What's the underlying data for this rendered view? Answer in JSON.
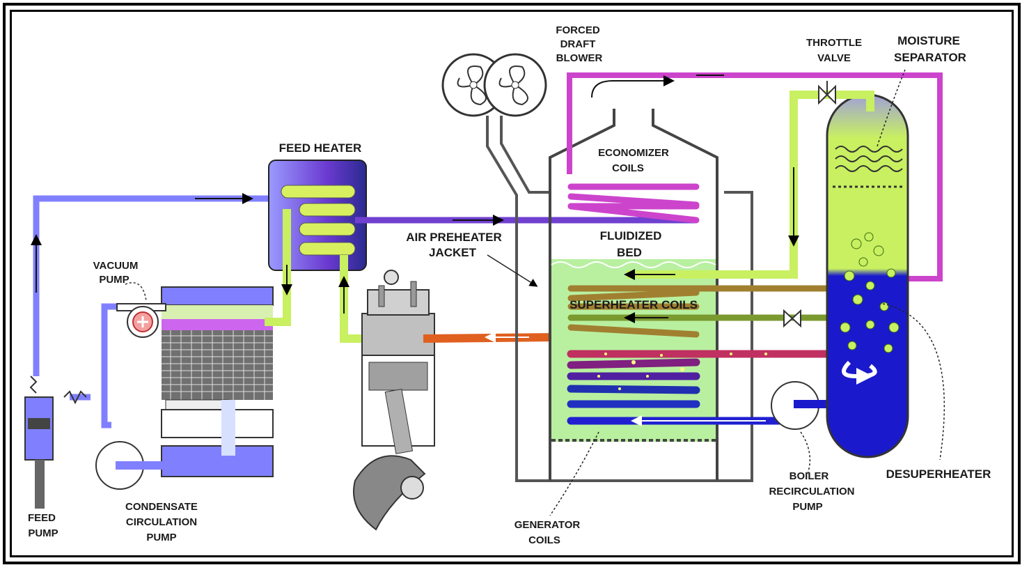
{
  "labels": {
    "forced_draft_blower": [
      "FORCED",
      "DRAFT",
      "BLOWER"
    ],
    "throttle_valve": [
      "THROTTLE",
      "VALVE"
    ],
    "moisture_separator": [
      "MOISTURE",
      "SEPARATOR"
    ],
    "feed_heater": "FEED HEATER",
    "economizer_coils": [
      "ECONOMIZER",
      "COILS"
    ],
    "fluidized_bed": [
      "FLUIDIZED",
      "BED"
    ],
    "air_preheater_jacket": [
      "AIR PREHEATER",
      "JACKET"
    ],
    "vacuum_pump": [
      "VACUUM",
      "PUMP"
    ],
    "superheater_coils": "SUPERHEATER COILS",
    "feed_pump": [
      "FEED",
      "PUMP"
    ],
    "condensate_circulation_pump": [
      "CONDENSATE",
      "CIRCULATION",
      "PUMP"
    ],
    "generator_coils": [
      "GENERATOR",
      "COILS"
    ],
    "boiler_recirculation_pump": [
      "BOILER",
      "RECIRCULATION",
      "PUMP"
    ],
    "desuperheater": "DESUPERHEATER"
  },
  "colors": {
    "feedwater_blue": "#8080ff",
    "pipe_green": "#c8f060",
    "economizer_magenta": "#cc44cc",
    "superheater_olive": "#a08030",
    "steam_orange": "#e06020",
    "generator_blue": "#2020c0",
    "drum_blue": "#1a1acc",
    "bed_green": "#b8f0a0",
    "engine_gray": "#b0b0b0"
  }
}
